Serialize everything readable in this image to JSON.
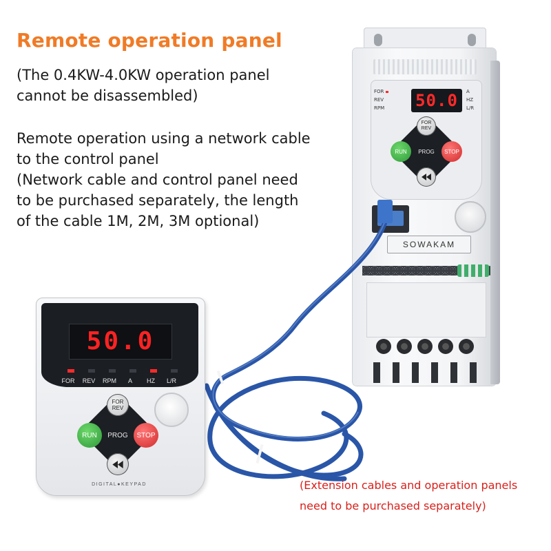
{
  "heading": "Remote operation panel",
  "paragraph1": [
    "(The 0.4KW-4.0KW operation panel",
    "cannot be disassembled)"
  ],
  "paragraph2": [
    "Remote operation using a network cable",
    "to the control panel",
    "(Network cable and control panel need",
    "to be purchased separately, the length",
    "of the cable 1M, 2M, 3M optional)"
  ],
  "note": [
    "(Extension cables and operation panels",
    "need to be purchased separately)"
  ],
  "colors": {
    "heading": "#f07b26",
    "note": "#d8201b",
    "cable": "#2a56a8",
    "display_digits": "#ff2a2a"
  },
  "inverter": {
    "brand": "SOWAKAM",
    "display": "50.0",
    "indicators_left": [
      "FOR",
      "REV",
      "RPM"
    ],
    "indicators_right": [
      "A",
      "HZ",
      "L/R"
    ],
    "buttons": {
      "for_rev": [
        "FOR",
        "REV"
      ],
      "run": "RUN",
      "prog": "PROG",
      "stop": "STOP",
      "shift_icon": "rewind-icon"
    }
  },
  "keypad": {
    "display": "50.0",
    "indicators": [
      "FOR",
      "REV",
      "RPM",
      "A",
      "HZ",
      "L/R"
    ],
    "active_indicators": [
      "FOR",
      "HZ"
    ],
    "buttons": {
      "for_rev": [
        "FOR",
        "REV"
      ],
      "run": "RUN",
      "prog": "PROG",
      "stop": "STOP",
      "shift_icon": "rewind-icon"
    },
    "footer": "DIGITAL●KEYPAD"
  }
}
